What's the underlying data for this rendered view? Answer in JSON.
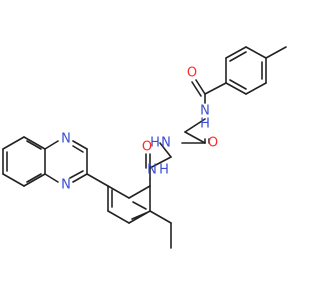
{
  "molecule": {
    "atoms": {
      "o_benzoyl": "O",
      "n_benzamide": "N",
      "h_benzamide": "H",
      "o_glycine1": "O",
      "n_glycine": "N",
      "h_glycine": "H",
      "o_glycine2": "O",
      "n_anilide": "N",
      "h_anilide": "H",
      "n_quinox_top": "N",
      "n_quinox_bottom": "N"
    },
    "colors": {
      "bond": "#222222",
      "oxygen": "#ff2a2a",
      "nitrogen": "#3a4bd6",
      "background": "#ffffff"
    }
  }
}
